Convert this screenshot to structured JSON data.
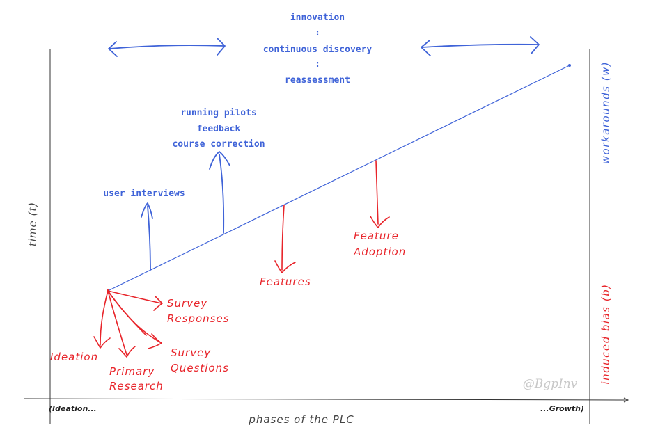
{
  "header": {
    "line1": "innovation",
    "sep1": ":",
    "line2": "continuous discovery",
    "sep2": ":",
    "line3": "reassessment"
  },
  "blue_labels": {
    "user_interviews": "user interviews",
    "pilots_line1": "running pilots",
    "pilots_line2": "feedback",
    "pilots_line3": "course correction"
  },
  "red_labels": {
    "survey_responses_1": "Survey",
    "survey_responses_2": "Responses",
    "survey_questions_1": "Survey",
    "survey_questions_2": "Questions",
    "ideation": "Ideation",
    "primary_research_1": "Primary",
    "primary_research_2": "Research",
    "features": "Features",
    "feature_adoption_1": "Feature",
    "feature_adoption_2": "Adoption"
  },
  "axes": {
    "y_label": "time (t)",
    "x_label": "phases of the PLC",
    "x_start": "(Ideation...",
    "x_end": "...Growth)",
    "right_top": "workarounds (w)",
    "right_bottom": "induced bias (b)"
  },
  "watermark": "@BgpInv",
  "colors": {
    "blue": "#3f63d8",
    "red": "#e8242a",
    "axis": "#333333"
  }
}
